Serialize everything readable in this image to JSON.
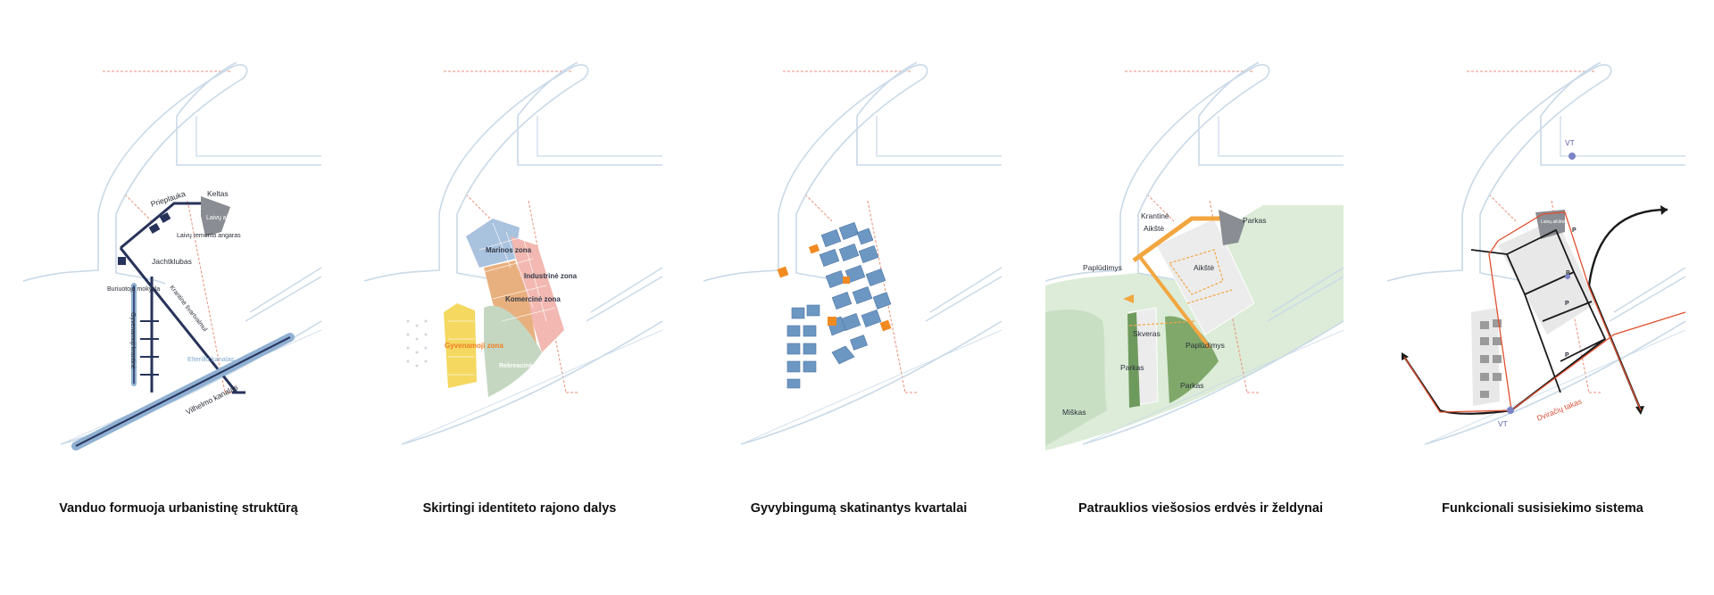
{
  "captions": [
    "Vanduo formuoja urbanistinę struktūrą",
    "Skirtingi identiteto rajono dalys",
    "Gyvybingumą skatinantys kvartalai",
    "Patrauklios viešosios erdvės ir  želdynai",
    "Funkcionali susisiekimo sistema"
  ],
  "panel1": {
    "keltas": "Keltas",
    "prieplauka": "Prieplauka",
    "laivu_aikstele": "Laivų aikštelė",
    "laivu_remonto_angaras": "Laivų remonto angaras",
    "jachtklubas": "Jachtklubas",
    "buriuotoju_mokykla": "Buriuotojų mokykla",
    "krantine_svartvalmul": "Krantinė švartvalmul",
    "gyvenamoji_krantine": "Gyvenamoji krantinė",
    "elterillo_kanalas": "Elterillo kanalas",
    "vilhelmo_kanalas": "Vilhelmo kanalas"
  },
  "panel2": {
    "marinos_zona": "Marinos zona",
    "industrine_zona": "Industrinė zona",
    "komercine_zona": "Komercinė zona",
    "gyvenamoji_zona": "Gyvenamoji zona",
    "rekreacine_zona": "Rekreacinė ir sporto zona"
  },
  "panel4": {
    "krantine": "Krantinė",
    "aikste1": "Aikštė",
    "parkas_top": "Parkas",
    "aikste2": "Aikštė",
    "papludimys_left": "Paplūdimys",
    "skveras": "Skveras",
    "parkas_left": "Parkas",
    "papludimys_mid": "Paplūdimys",
    "parkas_mid": "Parkas",
    "miskas": "Miškas"
  },
  "panel5": {
    "vt_top": "VT",
    "vt_bottom": "VT",
    "laivu_aikstele": "Laivų aikštelė",
    "dviraciu_takas": "Dviračių takas",
    "parking": "P"
  },
  "colors": {
    "water_line": "#c9d9e8",
    "boundary": "#e88f75",
    "navy": "#27335a",
    "blocks_blue": "#5f8fbf",
    "accent_orange": "#f28a22",
    "park_green": "#7fa86a",
    "road_black": "#1a1a1a",
    "bike_red": "#e0502f"
  }
}
